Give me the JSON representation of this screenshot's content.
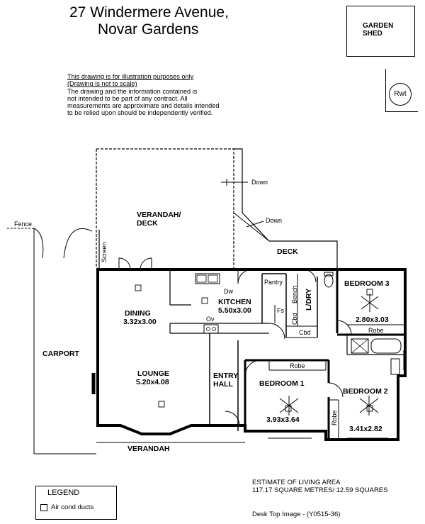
{
  "header": {
    "address_line1": "27 Windermere Avenue,",
    "address_line2": "Novar Gardens"
  },
  "disclaimer": {
    "line1": "This drawing is for illustration purposes only",
    "line2": "(Drawing is not to scale)",
    "line3": "The drawing and the information contained is",
    "line4": "not intended to be part of any contract.  All",
    "line5": "measurements are approximate and details intended",
    "line6": "to be relied upon should be independently verified."
  },
  "outbuildings": {
    "shed_line1": "GARDEN",
    "shed_line2": "SHED",
    "rwt": "Rwt"
  },
  "rooms": {
    "verandah_deck_line1": "VERANDAH/",
    "verandah_deck_line2": "DECK",
    "deck": "DECK",
    "carport": "CARPORT",
    "dining": "DINING",
    "dining_dim": "3.32x3.00",
    "kitchen": "KITCHEN",
    "kitchen_dim": "5.50x3.00",
    "lounge": "LOUNGE",
    "lounge_dim": "5.20x4.08",
    "entry_line1": "ENTRY",
    "entry_line2": "HALL",
    "bedroom1": "BEDROOM 1",
    "bedroom1_dim": "3.93x3.64",
    "bedroom2": "BEDROOM 2",
    "bedroom2_dim": "3.41x2.82",
    "bedroom3": "BEDROOM 3",
    "bedroom3_dim": "2.80x3.03",
    "ldry": "L/DRY",
    "verandah": "VERANDAH"
  },
  "fixtures": {
    "fence": "Fence",
    "screen": "Screen",
    "down1": "Down",
    "down2": "Down",
    "pantry": "Pantry",
    "bench": "Bench",
    "fs": "Fs",
    "cbd1": "Cbd",
    "cbd2": "Cbd",
    "dw": "Dw",
    "ov": "Ov",
    "robe1": "Robe",
    "robe2": "Robe",
    "robe3": "Robe"
  },
  "legend": {
    "title": "LEGEND",
    "item": "Air cond ducts"
  },
  "living_area": {
    "line1": "ESTIMATE OF LIVING AREA",
    "line2": "117.17 SQUARE METRES/  12.59 SQUARES"
  },
  "footer": "Desk Top Image - (Y0515-36)"
}
